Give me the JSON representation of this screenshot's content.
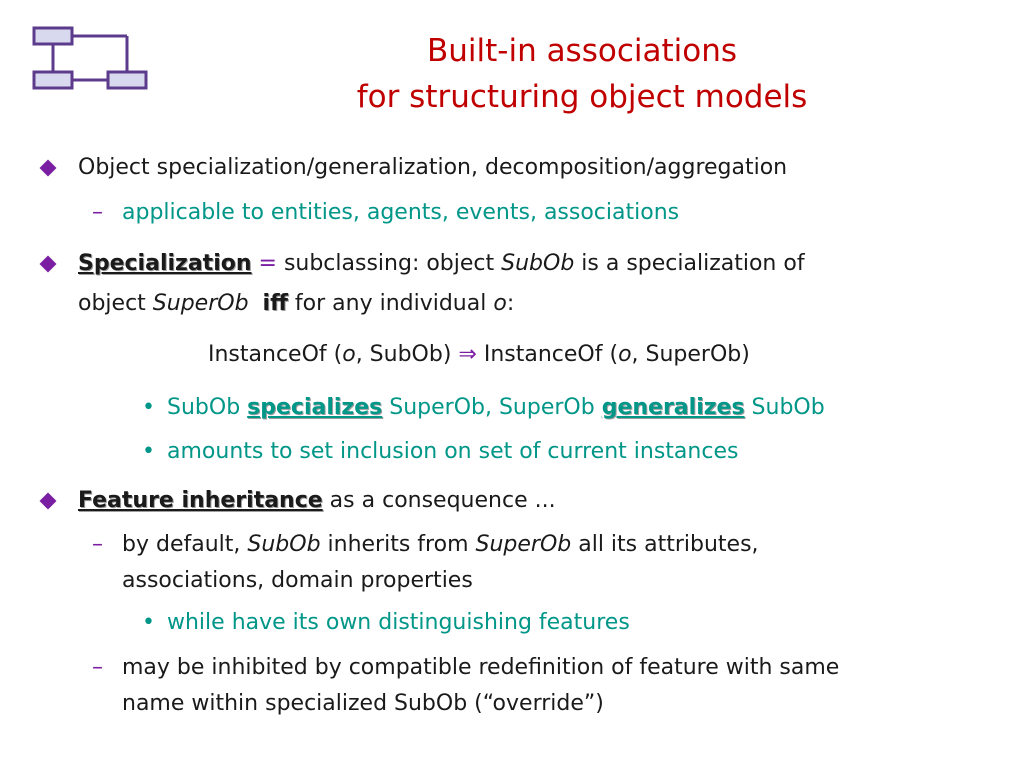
{
  "title": {
    "line1": "Built-in associations",
    "line2": "for structuring object models"
  },
  "colors": {
    "title": "#c00000",
    "bullet": "#7b1fa2",
    "sub": "#009688"
  },
  "b1": {
    "text": "Object specialization/generalization, decomposition/aggregation",
    "sub1": "applicable to entities, agents, events, associations"
  },
  "b2": {
    "kw": "Specialization",
    "eq": " = ",
    "t1": " subclassing:  object ",
    "subob": "SubOb",
    "t2": " is a specialization of",
    "l2a": "object ",
    "superob": "SuperOb",
    "iff": "iff",
    "l2b": " for any individual ",
    "o": "o",
    "colon": ":",
    "formula": {
      "a": "InstanceOf (",
      "o1": "o",
      "b": ", SubOb) ",
      "arrow": "⇒",
      "c": " InstanceOf (",
      "o2": "o",
      "d": ", SuperOb)"
    },
    "dot1": {
      "a": "SubOb ",
      "kw1": "specializes",
      "b": " SuperOb, SuperOb ",
      "kw2": "generalizes",
      "c": " SubOb"
    },
    "dot2": "amounts to set inclusion on set of current instances"
  },
  "b3": {
    "kw": "Feature inheritance",
    "rest": " as a consequence ...",
    "sub1": {
      "a": "by default, ",
      "subob": "SubOb",
      "b": " inherits from ",
      "superob": "SuperOb",
      "c": " all its attributes,",
      "l2": "associations, domain properties"
    },
    "dot1": "while have its own distinguishing features",
    "sub2": {
      "l1": "may be inhibited by compatible redefinition of feature with same",
      "l2": "name within specialized SubOb (“override”)"
    }
  },
  "symbols": {
    "dash": "–",
    "dot": "•"
  }
}
